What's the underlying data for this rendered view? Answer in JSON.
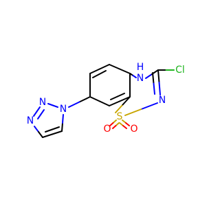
{
  "atoms": {
    "nh_h": "H",
    "nh_n": "N",
    "cl": "Cl",
    "ring_n": "N",
    "s": "S",
    "o1": "O",
    "o2": "O",
    "tz_n1": "N",
    "tz_n2": "N",
    "tz_n3": "N"
  },
  "colors": {
    "carbon": "#000000",
    "nitrogen": "#0000ff",
    "chlorine": "#1fb51f",
    "sulfur": "#c8a500",
    "oxygen": "#ff0000"
  }
}
